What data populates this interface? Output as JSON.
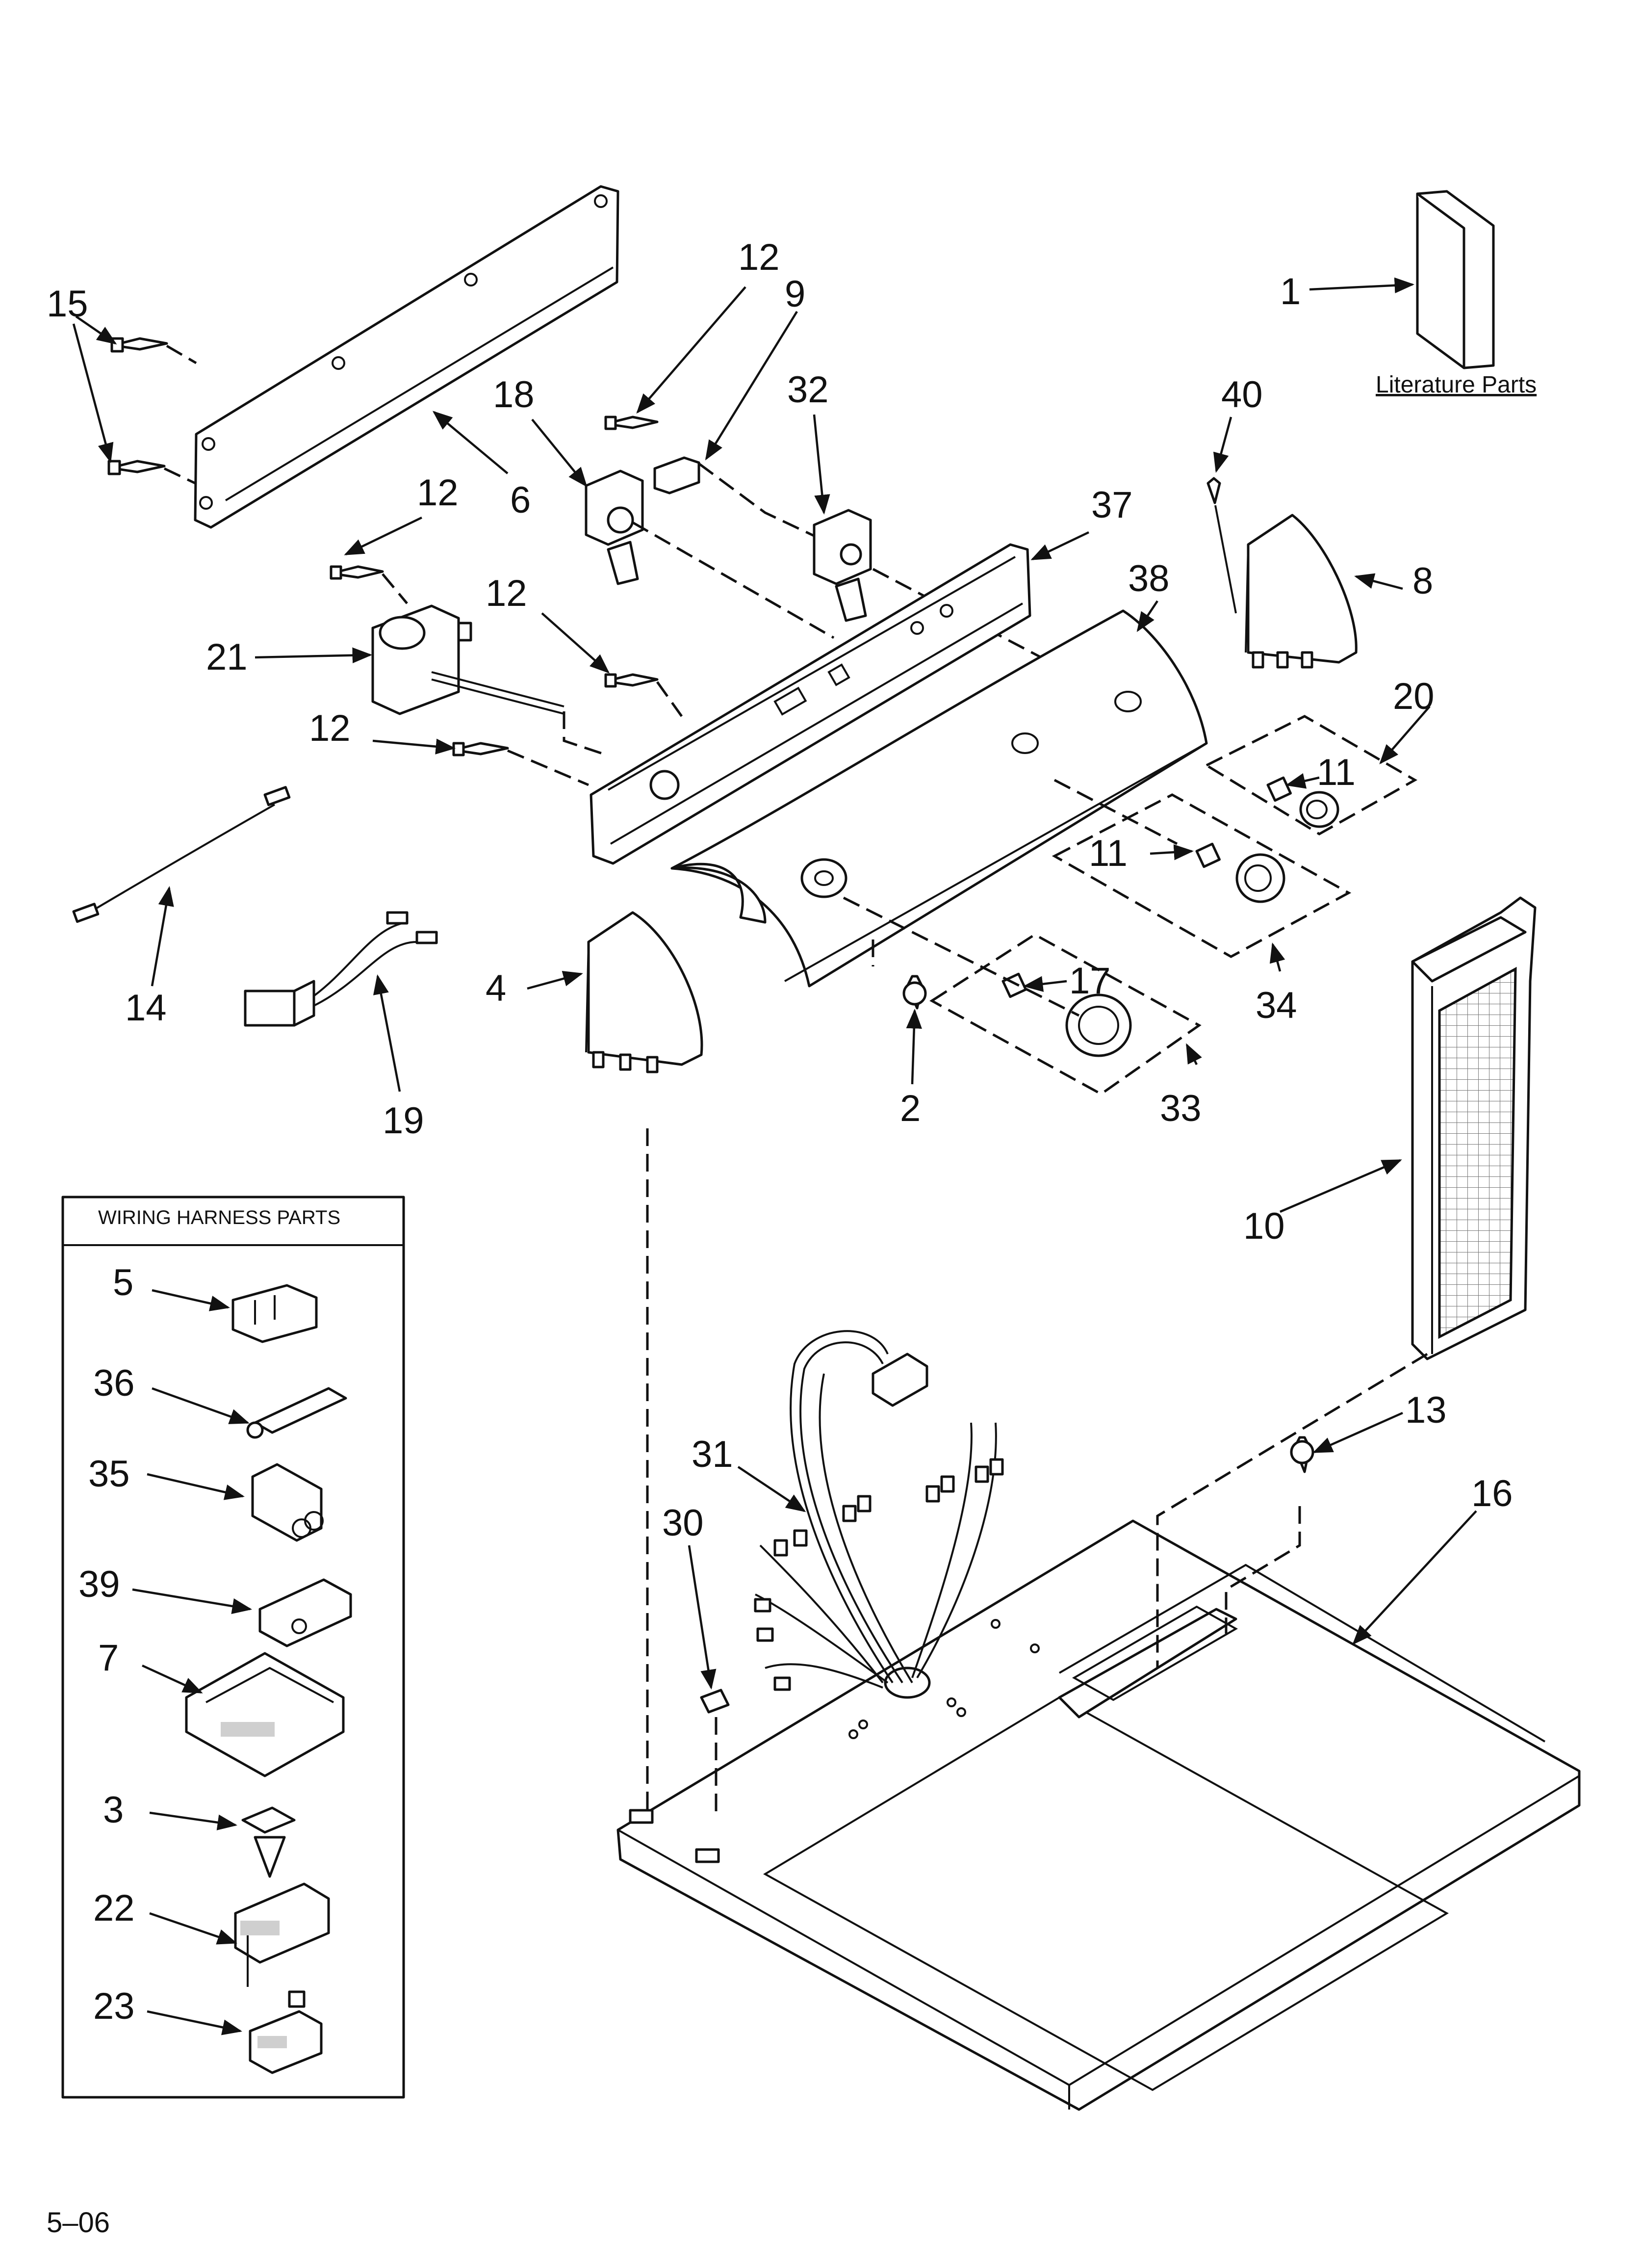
{
  "labels": {
    "l1": "1",
    "l2": "2",
    "l3": "3",
    "l4": "4",
    "l5": "5",
    "l6": "6",
    "l7": "7",
    "l8": "8",
    "l9": "9",
    "l10": "10",
    "l11a": "11",
    "l11b": "11",
    "l12a": "12",
    "l12b": "12",
    "l12c": "12",
    "l12d": "12",
    "l13": "13",
    "l14": "14",
    "l15": "15",
    "l16": "16",
    "l17": "17",
    "l18": "18",
    "l19": "19",
    "l20": "20",
    "l21": "21",
    "l22": "22",
    "l23": "23",
    "l30": "30",
    "l31": "31",
    "l32": "32",
    "l33": "33",
    "l34": "34",
    "l35": "35",
    "l36": "36",
    "l37": "37",
    "l38": "38",
    "l39": "39",
    "l40": "40"
  },
  "literature_parts": "Literature Parts",
  "wiring_box_title": "WIRING HARNESS PARTS",
  "revision": "5–06"
}
